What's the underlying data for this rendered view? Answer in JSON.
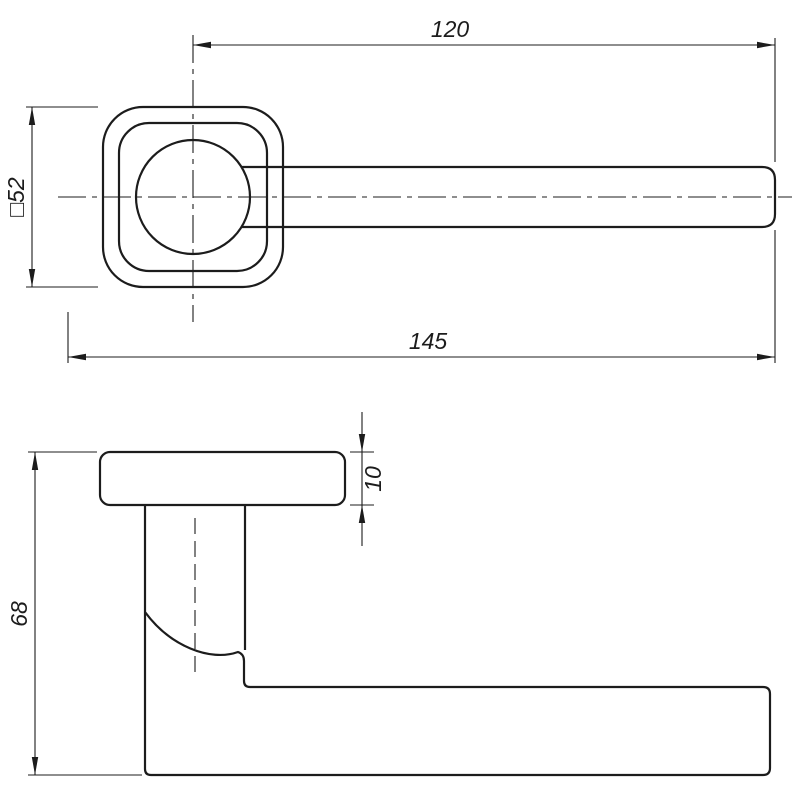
{
  "colors": {
    "background": "#ffffff",
    "line": "#1c1c1c"
  },
  "dims": {
    "length_to_center": "120",
    "overall_length": "145",
    "rose_square_size": "□52",
    "overall_height": "68",
    "rose_thickness": "10"
  }
}
